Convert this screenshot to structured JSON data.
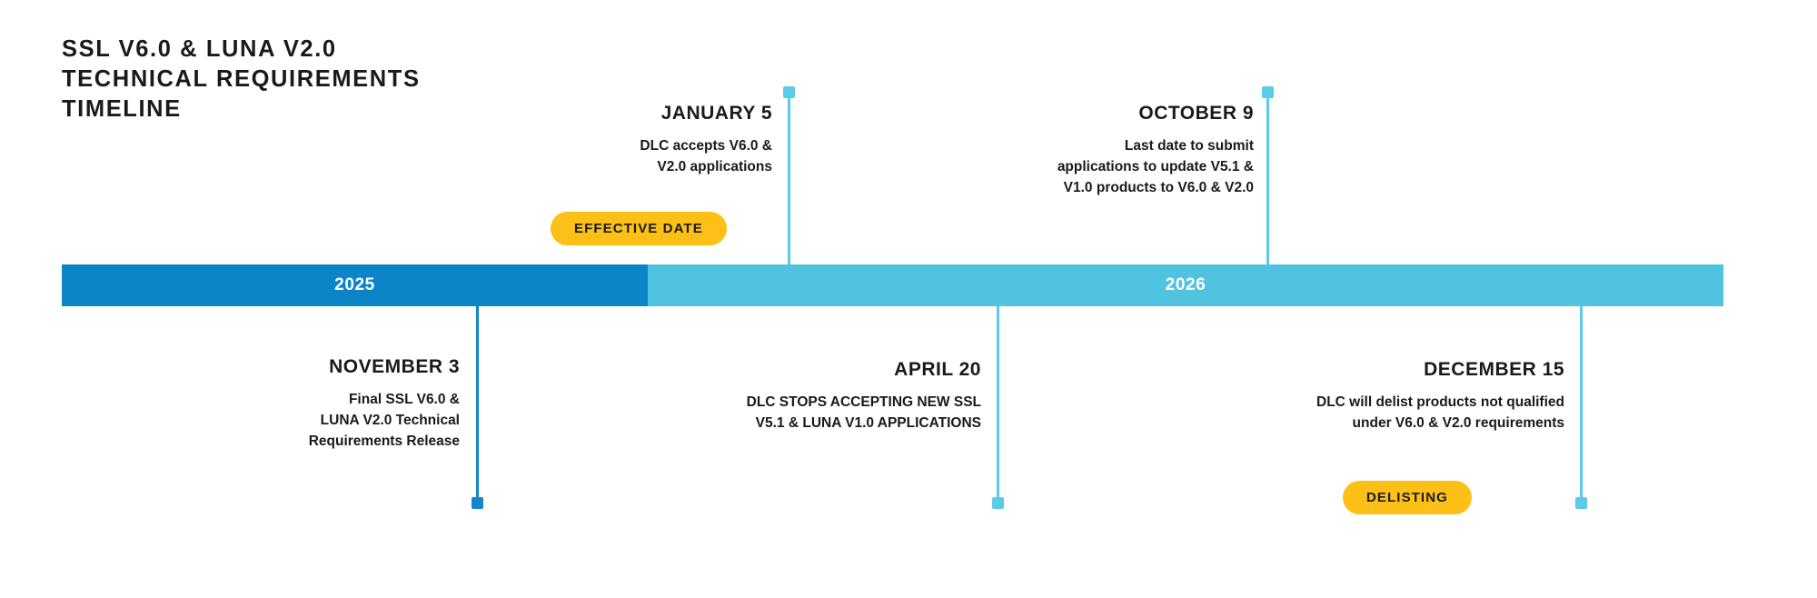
{
  "title": "SSL V6.0 & LUNA V2.0\nTECHNICAL REQUIREMENTS\nTIMELINE",
  "colors": {
    "year_2025": "#0b85c8",
    "year_2026": "#4fc3e0",
    "badge": "#fcc016",
    "text": "#1a1a1a",
    "connector_light": "#5bcbe8",
    "connector_dark": "#1485c8"
  },
  "timeline": {
    "segments": [
      {
        "label": "2025",
        "color": "#0b85c8"
      },
      {
        "label": "2026",
        "color": "#4fc3e0"
      }
    ]
  },
  "events_above": [
    {
      "date": "JANUARY 5",
      "description": "DLC accepts V6.0 &\nV2.0 applications",
      "badge": "EFFECTIVE DATE"
    },
    {
      "date": "OCTOBER 9",
      "description": "Last date to submit\napplications to update V5.1 &\nV1.0 products to V6.0 & V2.0",
      "badge": null
    }
  ],
  "events_below": [
    {
      "date": "NOVEMBER 3",
      "description": "Final SSL V6.0 &\nLUNA V2.0 Technical\nRequirements Release",
      "badge": null
    },
    {
      "date": "APRIL 20",
      "description": "DLC STOPS ACCEPTING NEW SSL\nV5.1 & LUNA V1.0 APPLICATIONS",
      "badge": null
    },
    {
      "date": "DECEMBER 15",
      "description": "DLC will delist products not qualified\nunder V6.0 & V2.0 requirements",
      "badge": "DELISTING"
    }
  ]
}
